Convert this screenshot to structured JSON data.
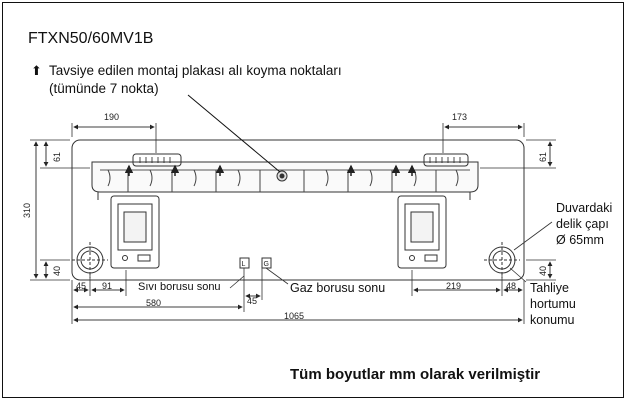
{
  "model": "FTXN50/60MV1B",
  "legend": {
    "marker": "⬆",
    "line1": "Tavsiye edilen montaj plakası alı koyma noktaları",
    "line2": "(tümünde 7 nokta)"
  },
  "dimensions": {
    "d190": "190",
    "d173": "173",
    "d61_left": "61",
    "d61_right": "61",
    "d310": "310",
    "d40_left": "40",
    "d40_right": "40",
    "d45_left": "45",
    "d91": "91",
    "d580": "580",
    "d45_mid": "45",
    "d219": "219",
    "d48": "48",
    "d1065": "1065"
  },
  "labels": {
    "liquid_pipe": "Sıvı borusu sonu",
    "gas_pipe": "Gaz borusu sonu",
    "wall_hole_1": "Duvardaki",
    "wall_hole_2": "delik çapı",
    "wall_hole_3": "Ø 65mm",
    "drain_1": "Tahliye",
    "drain_2": "hortumu",
    "drain_3": "konumu",
    "pipe_mark_l": "L",
    "pipe_mark_g": "G"
  },
  "footer": "Tüm boyutlar mm olarak verilmiştir"
}
